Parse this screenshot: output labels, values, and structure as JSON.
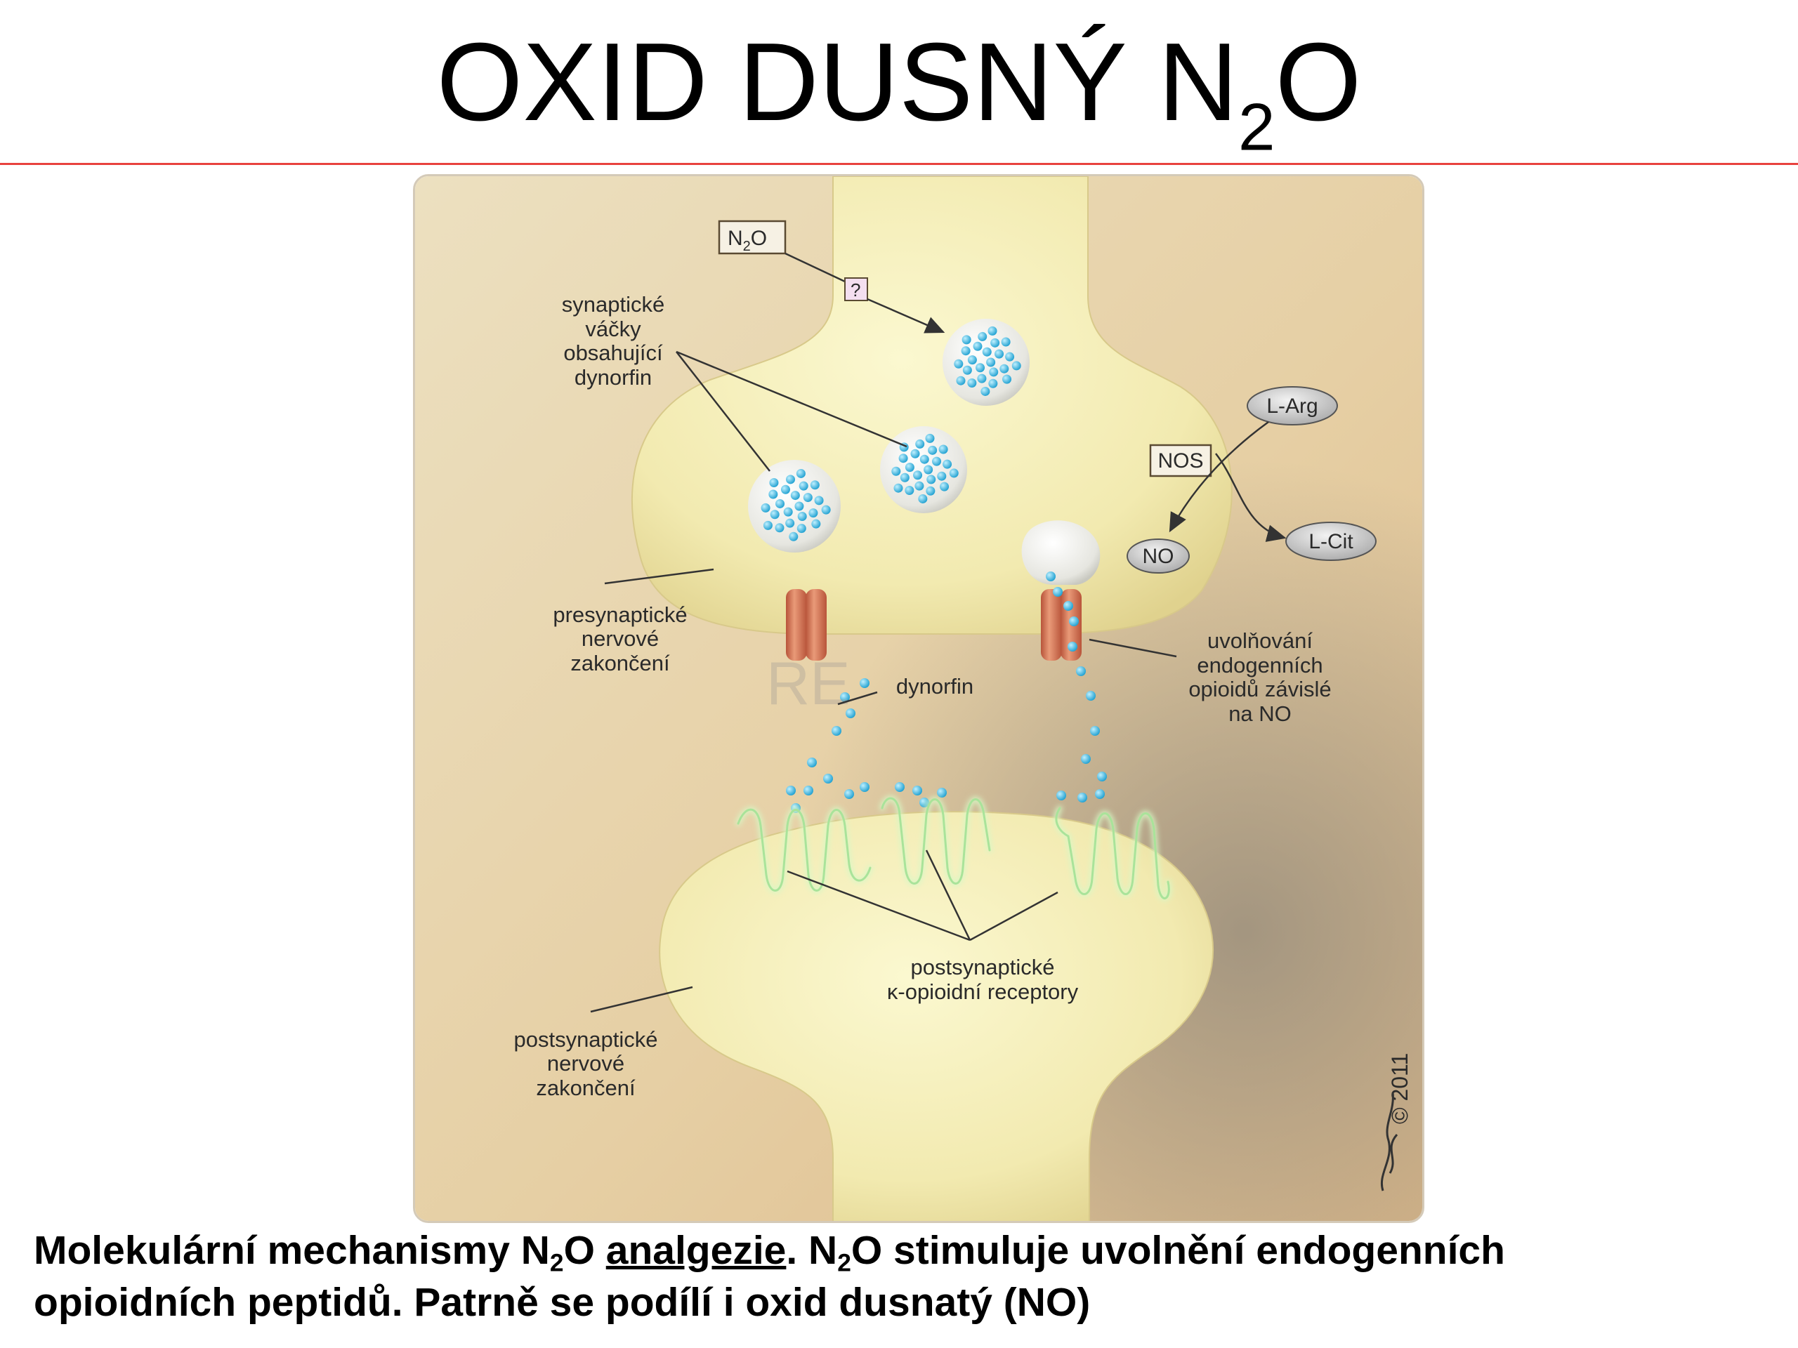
{
  "title": {
    "main": "OXID DUSNÝ N",
    "sub": "2",
    "tail": "O"
  },
  "colors": {
    "rule": "#e8423e",
    "background": "#ffffff"
  },
  "diagram": {
    "n2o_box": {
      "main": "N",
      "sub": "2",
      "tail": "O"
    },
    "question": "?",
    "vesicles_label": [
      "synaptické",
      "váčky",
      "obsahující",
      "dynorfin"
    ],
    "presynaptic_label": [
      "presynaptické",
      "nervové",
      "zakončení"
    ],
    "dynorfin_label": "dynorfin",
    "l_arg": "L-Arg",
    "nos": "NOS",
    "no": "NO",
    "l_cit": "L-Cit",
    "release_label": [
      "uvolňování",
      "endogenních",
      "opioidů závislé",
      "na NO"
    ],
    "receptors_label": [
      "postsynaptické",
      "κ-opioidní receptory"
    ],
    "postsynaptic_label": [
      "postsynaptické",
      "nervové",
      "zakončení"
    ],
    "watermark": "RE",
    "copyright": "© 2011"
  },
  "caption": {
    "line1_a": "Molekulární mechanismy N",
    "line1_sub1": "2",
    "line1_b": "O ",
    "line1_link": "analgezie",
    "line1_c": ". N",
    "line1_sub2": "2",
    "line1_d": "O stimuluje uvolnění endogenních",
    "line2": "opioidních peptidů. Patrně se podílí i oxid dusnatý (NO)"
  }
}
